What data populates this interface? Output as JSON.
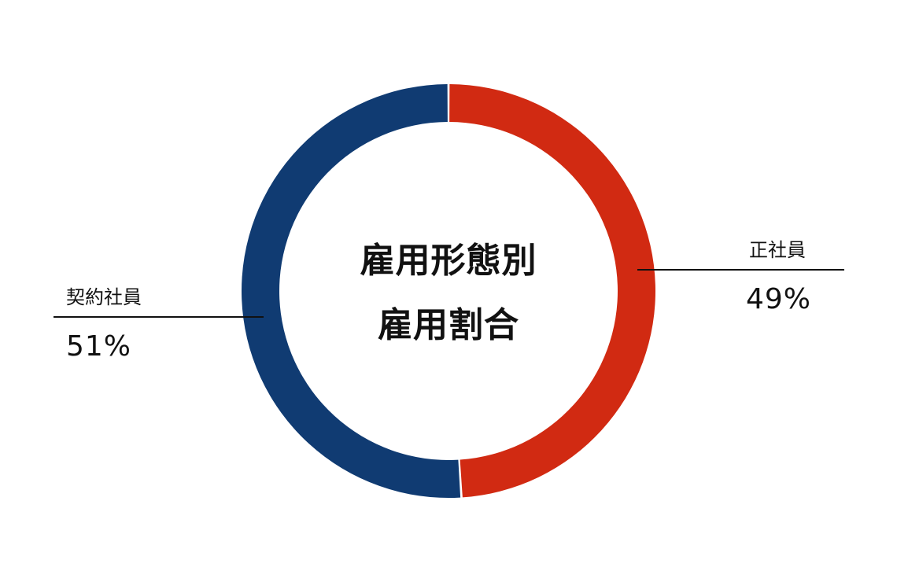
{
  "chart_data": {
    "type": "pie",
    "variant": "donut",
    "title": "雇用形態別 雇用割合",
    "title_lines": [
      "雇用形態別",
      "雇用割合"
    ],
    "categories": [
      "正社員",
      "契約社員"
    ],
    "values": [
      49,
      51
    ],
    "unit": "%",
    "colors": [
      "#d12a12",
      "#103b72"
    ],
    "start_angle": "12 o'clock, clockwise",
    "labels": [
      {
        "name": "正社員",
        "value": "49%",
        "position": "right"
      },
      {
        "name": "契約社員",
        "value": "51%",
        "position": "left"
      }
    ],
    "legend": "none (direct labels with leader lines)"
  },
  "center": {
    "line1": "雇用形態別",
    "line2": "雇用割合"
  },
  "right_label": {
    "name": "正社員",
    "value": "49%"
  },
  "left_label": {
    "name": "契約社員",
    "value": "51%"
  }
}
